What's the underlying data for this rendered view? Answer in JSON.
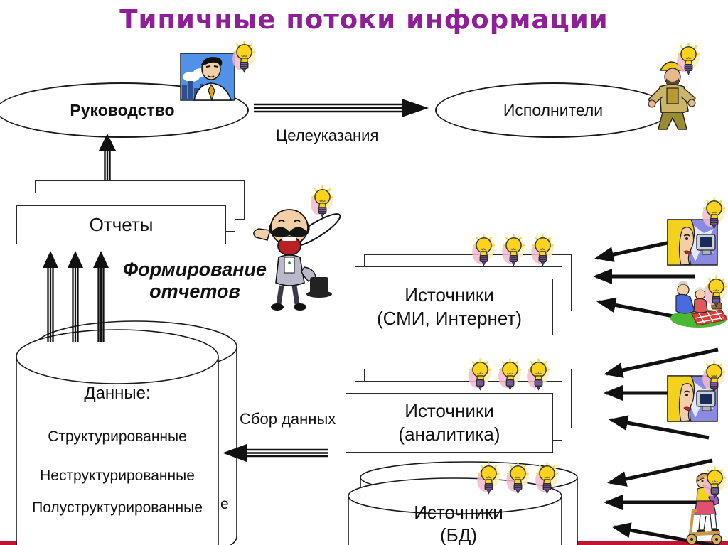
{
  "title": "Типичные потоки информации",
  "colors": {
    "title": "#8e1f96",
    "bottom_stripe": "#c41232",
    "line": "#111111"
  },
  "nodes": {
    "management": {
      "label": "Руководство"
    },
    "executors": {
      "label": "Исполнители"
    },
    "reports": {
      "label": "Отчеты"
    },
    "datastore": {
      "heading": "Данные:",
      "items": [
        "Структурированные",
        "Неструктурированные",
        "Полуструктурированные"
      ],
      "clipped_text": "е"
    },
    "sources_media": {
      "line1": "Источники",
      "line2": "(СМИ, Интернет)"
    },
    "sources_analytics": {
      "line1": "Источники",
      "line2": "(аналитика)"
    },
    "sources_db": {
      "line1": "Источники",
      "line2": "(БД)"
    }
  },
  "labels": {
    "targeting": "Целеуказания",
    "formation1": "Формирование",
    "formation2": "отчетов",
    "collection": "Сбор данных"
  },
  "icons": {
    "lightbulb": "idea-lightbulb-icon",
    "cliparts": [
      "businessman",
      "construction-worker",
      "shouting-man",
      "woman-at-computer",
      "elderly-couple-picnic",
      "woman-at-computer",
      "girl-on-scooter"
    ]
  }
}
